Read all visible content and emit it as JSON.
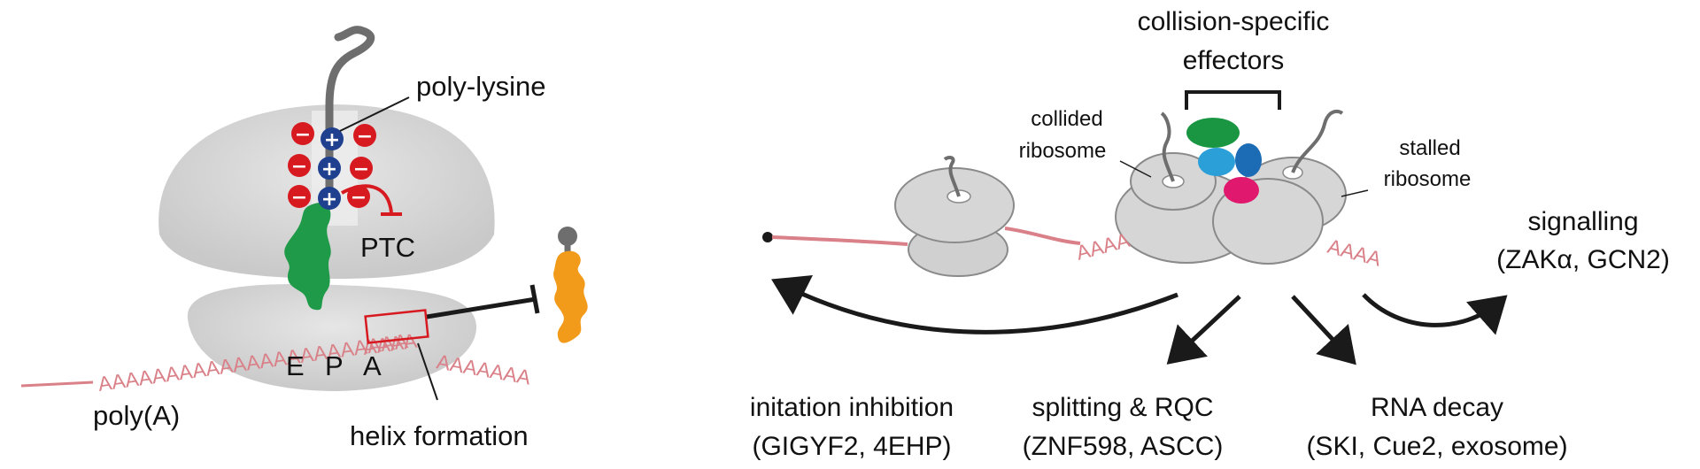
{
  "left_panel": {
    "poly_lysine_label": "poly-lysine",
    "ptc_label": "PTC",
    "site_e": "E",
    "site_p": "P",
    "site_a": "A",
    "polyA_label": "poly(A)",
    "helix_label": "helix formation",
    "polyA_seq_1": "AAAAAAAAAAAAAAAAAAAAAAA",
    "polyA_seq_box": "AAAA",
    "polyA_seq_2": "AAAAAAA",
    "minus_sign": "−",
    "plus_sign": "+"
  },
  "right_panel": {
    "effectors_title_1": "collision-specific",
    "effectors_title_2": "effectors",
    "collided_1": "collided",
    "collided_2": "ribosome",
    "stalled_1": "stalled",
    "stalled_2": "ribosome",
    "aaaa_1": "AAAA",
    "aaaa_2": "AAAA",
    "signalling_1": "signalling",
    "signalling_2": "(ZAKα, GCN2)",
    "outcome_1_a": "initation inhibition",
    "outcome_1_b": "(GIGYF2, 4EHP)",
    "outcome_2_a": "splitting & RQC",
    "outcome_2_b": "(ZNF598, ASCC)",
    "outcome_3_a": "RNA decay",
    "outcome_3_b": "(SKI, Cue2, exosome)"
  },
  "colors": {
    "ribosome_gray": "#d6d6d6",
    "mrna_pink": "#d98088",
    "minus_red": "#d71920",
    "plus_blue": "#1f3f8f",
    "nascent_green": "#1f9a48",
    "orange_protein": "#f29a1a",
    "effector_green": "#1a9643",
    "effector_cyan": "#2a9fd8",
    "effector_blue": "#1c6bb5",
    "effector_magenta": "#e0196e"
  }
}
